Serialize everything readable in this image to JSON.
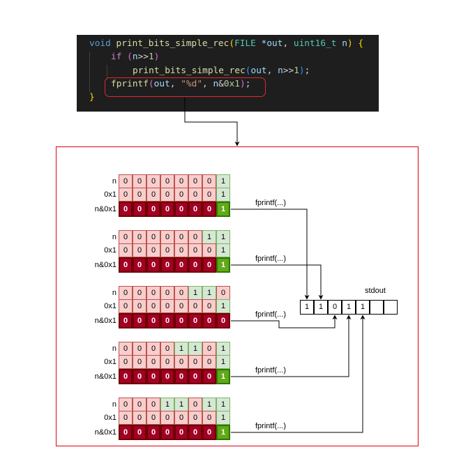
{
  "code": {
    "lines": [
      {
        "indent": 0,
        "tokens": [
          {
            "t": "void",
            "c": "kw"
          },
          {
            "t": " ",
            "c": "plain"
          },
          {
            "t": "print_bits_simple_rec",
            "c": "fn"
          },
          {
            "t": "(",
            "c": "p1"
          },
          {
            "t": "FILE",
            "c": "type"
          },
          {
            "t": " ",
            "c": "plain"
          },
          {
            "t": "*out",
            "c": "var"
          },
          {
            "t": ", ",
            "c": "plain"
          },
          {
            "t": "uint16_t",
            "c": "type"
          },
          {
            "t": " ",
            "c": "plain"
          },
          {
            "t": "n",
            "c": "var"
          },
          {
            "t": ")",
            "c": "p1"
          },
          {
            "t": " ",
            "c": "plain"
          },
          {
            "t": "{",
            "c": "p1"
          }
        ]
      },
      {
        "indent": 1,
        "tokens": [
          {
            "t": "if",
            "c": "ctrl"
          },
          {
            "t": " ",
            "c": "plain"
          },
          {
            "t": "(",
            "c": "p2"
          },
          {
            "t": "n",
            "c": "var"
          },
          {
            "t": ">>",
            "c": "op"
          },
          {
            "t": "1",
            "c": "num"
          },
          {
            "t": ")",
            "c": "p2"
          }
        ]
      },
      {
        "indent": 2,
        "tokens": [
          {
            "t": "print_bits_simple_rec",
            "c": "fn"
          },
          {
            "t": "(",
            "c": "p3"
          },
          {
            "t": "out",
            "c": "var"
          },
          {
            "t": ", ",
            "c": "plain"
          },
          {
            "t": "n",
            "c": "var"
          },
          {
            "t": ">>",
            "c": "op"
          },
          {
            "t": "1",
            "c": "num"
          },
          {
            "t": ")",
            "c": "p3"
          },
          {
            "t": ";",
            "c": "plain"
          }
        ]
      },
      {
        "indent": 1,
        "tokens": [
          {
            "t": "fprintf",
            "c": "fn"
          },
          {
            "t": "(",
            "c": "p2"
          },
          {
            "t": "out",
            "c": "var"
          },
          {
            "t": ", ",
            "c": "plain"
          },
          {
            "t": "\"%d\"",
            "c": "str"
          },
          {
            "t": ", ",
            "c": "plain"
          },
          {
            "t": "n",
            "c": "var"
          },
          {
            "t": "&",
            "c": "op"
          },
          {
            "t": "0x1",
            "c": "num"
          },
          {
            "t": ")",
            "c": "p2"
          },
          {
            "t": ";",
            "c": "plain"
          }
        ]
      },
      {
        "indent": 0,
        "tokens": [
          {
            "t": "}",
            "c": "p1"
          }
        ]
      }
    ],
    "highlighted_line": 3
  },
  "row_labels": {
    "n": "n",
    "mask": "0x1",
    "result": "n&0x1"
  },
  "call_label": "fprintf(...)",
  "groups": [
    {
      "n": [
        "0",
        "0",
        "0",
        "0",
        "0",
        "0",
        "0",
        "1"
      ],
      "mask": [
        "0",
        "0",
        "0",
        "0",
        "0",
        "0",
        "0",
        "1"
      ],
      "result": [
        "0",
        "0",
        "0",
        "0",
        "0",
        "0",
        "0",
        "1"
      ]
    },
    {
      "n": [
        "0",
        "0",
        "0",
        "0",
        "0",
        "0",
        "1",
        "1"
      ],
      "mask": [
        "0",
        "0",
        "0",
        "0",
        "0",
        "0",
        "0",
        "1"
      ],
      "result": [
        "0",
        "0",
        "0",
        "0",
        "0",
        "0",
        "0",
        "1"
      ]
    },
    {
      "n": [
        "0",
        "0",
        "0",
        "0",
        "0",
        "1",
        "1",
        "0"
      ],
      "mask": [
        "0",
        "0",
        "0",
        "0",
        "0",
        "0",
        "0",
        "1"
      ],
      "result": [
        "0",
        "0",
        "0",
        "0",
        "0",
        "0",
        "0",
        "0"
      ]
    },
    {
      "n": [
        "0",
        "0",
        "0",
        "0",
        "1",
        "1",
        "0",
        "1"
      ],
      "mask": [
        "0",
        "0",
        "0",
        "0",
        "0",
        "0",
        "0",
        "1"
      ],
      "result": [
        "0",
        "0",
        "0",
        "0",
        "0",
        "0",
        "0",
        "1"
      ]
    },
    {
      "n": [
        "0",
        "0",
        "0",
        "1",
        "1",
        "0",
        "1",
        "1"
      ],
      "mask": [
        "0",
        "0",
        "0",
        "0",
        "0",
        "0",
        "0",
        "1"
      ],
      "result": [
        "0",
        "0",
        "0",
        "0",
        "0",
        "0",
        "0",
        "1"
      ]
    }
  ],
  "stdout": {
    "label": "stdout",
    "cells": [
      "1",
      "1",
      "0",
      "1",
      "1",
      "",
      ""
    ]
  },
  "colors": {
    "code_bg": "#1e1e1e",
    "frame": "#e0000f",
    "bit_zero_fill": "#f8cecc",
    "bit_one_fill": "#d5e8d4",
    "result_zero_fill": "#a20025",
    "result_one_fill": "#60a917"
  }
}
